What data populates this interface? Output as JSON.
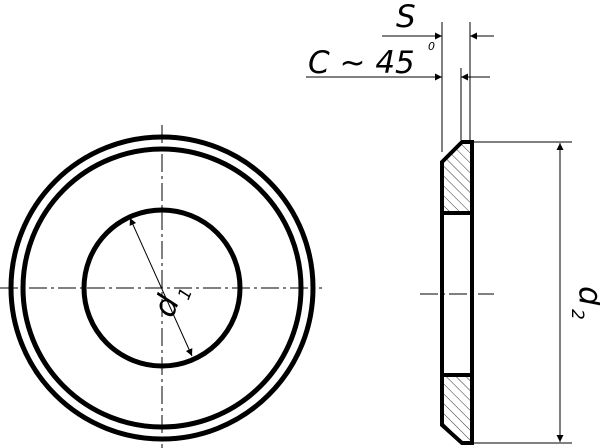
{
  "labels": {
    "s": "S",
    "chamfer": "C ~ 45",
    "degree": "0",
    "d1_letter": "d",
    "d1_sub": "1",
    "d2_letter": "d",
    "d2_sub": "2"
  },
  "colors": {
    "line": "#000000",
    "background": "#ffffff"
  }
}
